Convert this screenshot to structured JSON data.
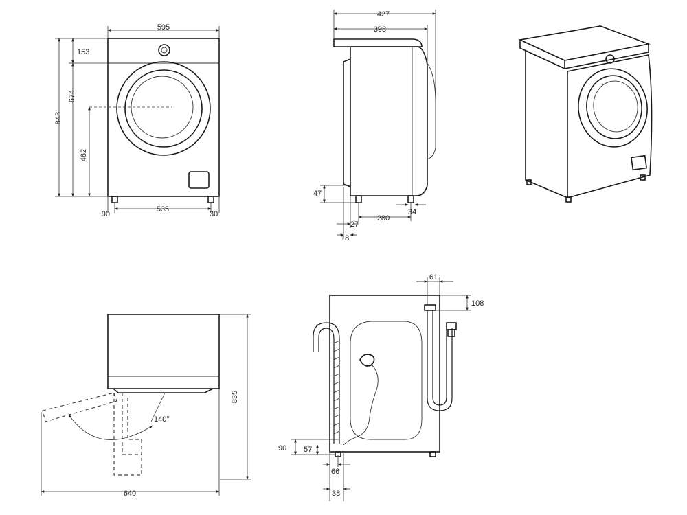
{
  "front_view": {
    "width": "595",
    "top_panel": "153",
    "door_top": "674",
    "height": "843",
    "door_center": "462",
    "foot_left": "90",
    "foot_span": "535",
    "foot_right": "30"
  },
  "side_view": {
    "depth_total": "427",
    "depth_body": "398",
    "foot_height": "47",
    "foot_offset": "27",
    "foot_span": "280",
    "rear_foot": "34",
    "front_offset": "18"
  },
  "door_view": {
    "height": "835",
    "angle": "140°",
    "clearance": "640"
  },
  "rear_view": {
    "inlet_offset": "61",
    "inlet_height": "108",
    "drain_height": "90",
    "drain_offset": "57",
    "drain_x": "66",
    "drain_width": "38"
  }
}
